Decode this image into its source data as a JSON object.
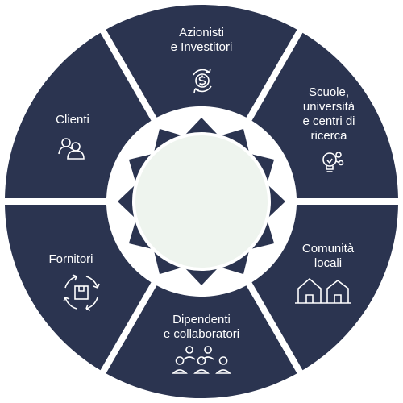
{
  "diagram": {
    "colors": {
      "segment": "#2b3450",
      "gap": "#ffffff",
      "star": "#2b3450",
      "center_fill": "#eef4ee",
      "icon_stroke": "#ffffff"
    },
    "segments": [
      {
        "id": "azionisti",
        "lines": [
          "Azionisti",
          "e Investitori"
        ],
        "icon": "dollar-cycle-icon"
      },
      {
        "id": "scuole",
        "lines": [
          "Scuole,",
          "università",
          "e centri di",
          "ricerca"
        ],
        "icon": "lightbulb-network-icon"
      },
      {
        "id": "comunita",
        "lines": [
          "Comunità",
          "locali"
        ],
        "icon": "houses-icon"
      },
      {
        "id": "dipendenti",
        "lines": [
          "Dipendenti",
          "e collaboratori"
        ],
        "icon": "people-group-icon"
      },
      {
        "id": "fornitori",
        "lines": [
          "Fornitori"
        ],
        "icon": "box-cycle-icon"
      },
      {
        "id": "clienti",
        "lines": [
          "Clienti"
        ],
        "icon": "users-icon"
      }
    ]
  }
}
